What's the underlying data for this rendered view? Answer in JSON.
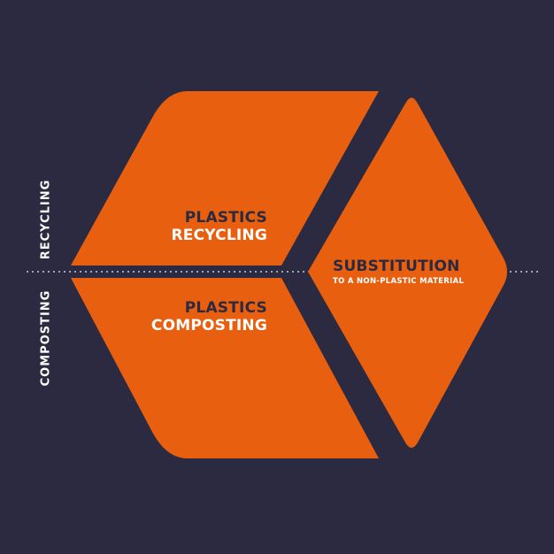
{
  "colors": {
    "background": "#2b2a40",
    "shape_fill": "#e8600f",
    "dark_text": "#2b2a40",
    "light_text": "#ffffff",
    "divider": "#cfcfd6"
  },
  "side_labels": {
    "top": "RECYCLING",
    "bottom": "COMPOSTING"
  },
  "recycling_panel": {
    "line1": "PLASTICS",
    "line2": "RECYCLING"
  },
  "composting_panel": {
    "line1": "PLASTICS",
    "line2": "COMPOSTING"
  },
  "substitution_panel": {
    "line1": "SUBSTITUTION",
    "line2": "TO A NON-PLASTIC MATERIAL"
  }
}
